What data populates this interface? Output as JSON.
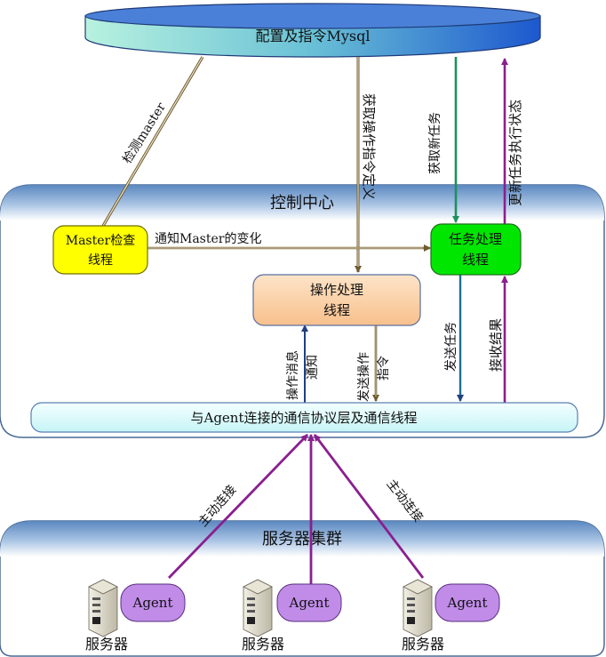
{
  "db": {
    "label": "配置及指令Mysql"
  },
  "control_center": {
    "title": "控制中心"
  },
  "server_cluster": {
    "title": "服务器集群"
  },
  "boxes": {
    "master": {
      "line1": "Master检查",
      "line2": "线程"
    },
    "task": {
      "line1": "任务处理",
      "line2": "线程"
    },
    "op": {
      "line1": "操作处理",
      "line2": "线程"
    },
    "comm": {
      "label": "与Agent连接的通信协议层及通信线程"
    }
  },
  "arrows": {
    "detect_master": "检测master",
    "get_op_def": "获取操作指令定义",
    "get_new_task": "获取新任务",
    "update_status": "更新任务执行状态",
    "notify_master": "通知Master的变化",
    "op_msg_line1": "操作消息",
    "op_msg_line2": "通知",
    "send_op_line1": "发送操作",
    "send_op_line2": "指令",
    "send_task": "发送任务",
    "recv_result": "接收结果",
    "active_conn_left": "主动连接",
    "active_conn_right": "主动连接"
  },
  "servers": [
    {
      "agent": "Agent",
      "label": "服务器"
    },
    {
      "agent": "Agent",
      "label": "服务器"
    },
    {
      "agent": "Agent",
      "label": "服务器"
    }
  ],
  "colors": {
    "db_fill_left": "#a9ecd9",
    "db_fill_right": "#1f5fd0",
    "panel_header": "#6f9ac9",
    "master_fill": "#ffff00",
    "task_fill": "#00e600",
    "op_fill": "#fcd2aa",
    "comm_fill": "#ddffff",
    "agent_fill": "#c08ce8",
    "purple": "#8a1f8f",
    "green": "#1f8f5f",
    "navy": "#1f2f6f",
    "brown": "#7f6a3f"
  }
}
